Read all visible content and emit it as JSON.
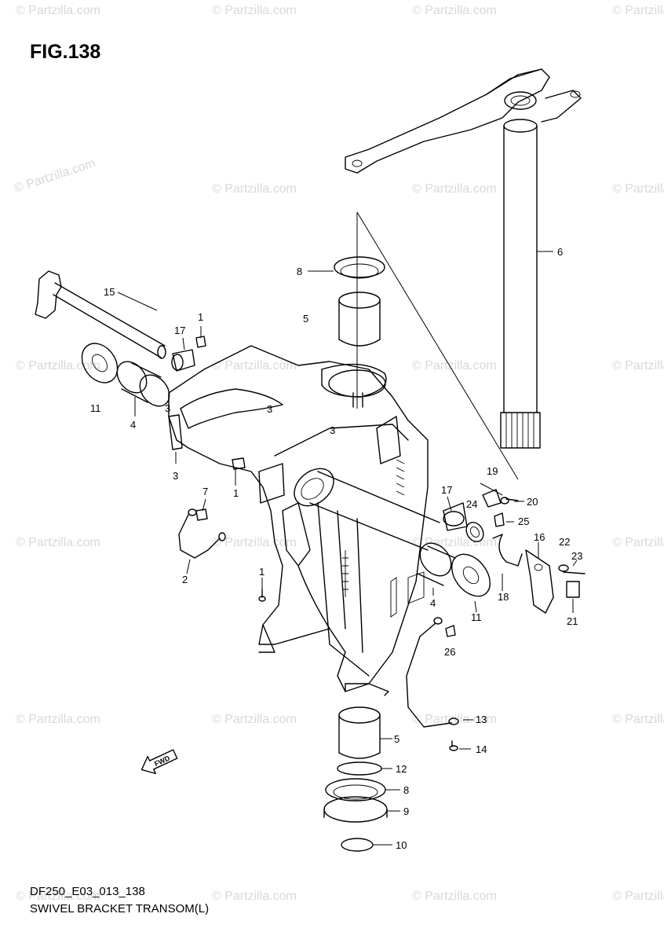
{
  "figure": {
    "title": "FIG.138",
    "code": "DF250_E03_013_138",
    "name": "SWIVEL BRACKET TRANSOM(L)"
  },
  "watermark": "© Partzilla.com",
  "fwd_label": "FWD",
  "callouts": [
    "1",
    "1",
    "1",
    "2",
    "3",
    "4",
    "4",
    "5",
    "5",
    "6",
    "7",
    "8",
    "8",
    "9",
    "10",
    "11",
    "11",
    "12",
    "13",
    "14",
    "15",
    "16",
    "17",
    "17",
    "18",
    "19",
    "20",
    "21",
    "22",
    "23",
    "24",
    "25",
    "26"
  ]
}
